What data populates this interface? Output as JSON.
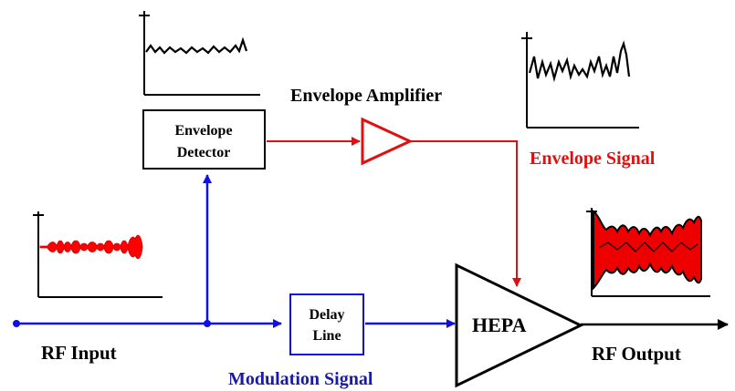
{
  "labels": {
    "rf_input": "RF Input",
    "rf_output": "RF Output",
    "modulation_signal": "Modulation Signal",
    "envelope_signal": "Envelope Signal",
    "envelope_amplifier": "Envelope Amplifier",
    "envelope_detector_line1": "Envelope",
    "envelope_detector_line2": "Detector",
    "delay_line_line1": "Delay",
    "delay_line_line2": "Line",
    "hepa": "HEPA"
  },
  "colors": {
    "rf_path": "#1010e0",
    "envelope_path": "#e01010",
    "modulation_text": "#1a1aa8",
    "envelope_text": "#e01010",
    "outline": "#000000"
  },
  "icons": {
    "rf_input_waveform": "rf-input-waveform-icon",
    "detector_output_waveform": "detector-waveform-icon",
    "envelope_waveform": "envelope-waveform-icon",
    "rf_output_waveform": "rf-output-waveform-icon"
  }
}
